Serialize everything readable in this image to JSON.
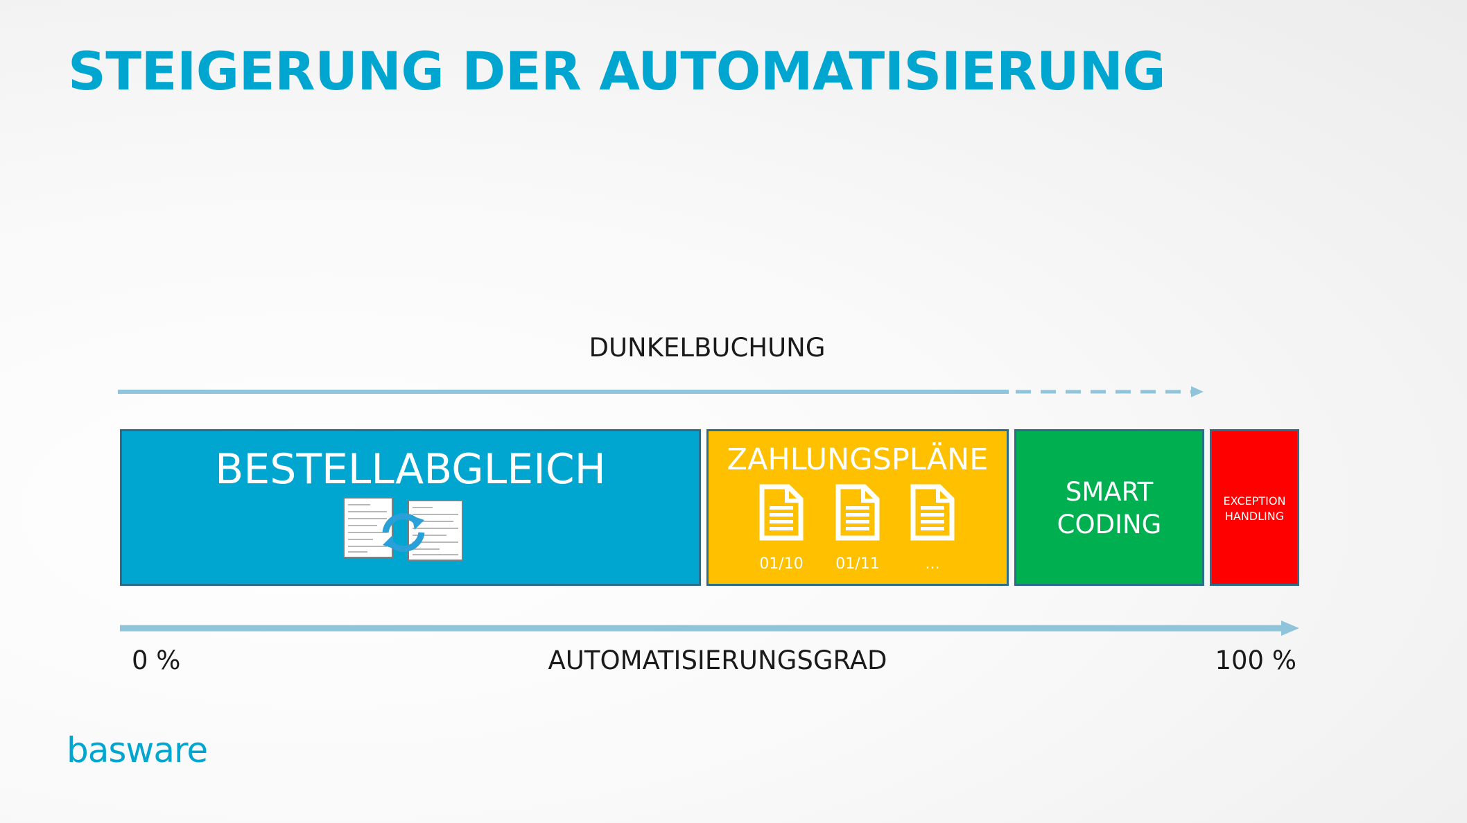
{
  "title": "STEIGERUNG DER AUTOMATISIERUNG",
  "dunkelbuchung_label": "DUNKELBUCHUNG",
  "boxes": {
    "bestellabgleich": {
      "label": "BESTELLABGLEICH",
      "color": "#00a6cf",
      "icon": "invoice-order-sync-icon"
    },
    "zahlungsplaene": {
      "label": "ZAHLUNGSPLÄNE",
      "color": "#ffc000",
      "icon": "document-icon",
      "documents": [
        "01/10",
        "01/11",
        "..."
      ]
    },
    "smart_coding": {
      "label_line1": "SMART",
      "label_line2": "CODING",
      "color": "#00b050"
    },
    "exception_handling": {
      "label_line1": "EXCEPTION",
      "label_line2": "HANDLING",
      "color": "#ff0000"
    }
  },
  "axis": {
    "start": "0 %",
    "title": "AUTOMATISIERUNGSGRAD",
    "end": "100 %",
    "arrow_color": "#8fc4da"
  },
  "logo": "basware"
}
